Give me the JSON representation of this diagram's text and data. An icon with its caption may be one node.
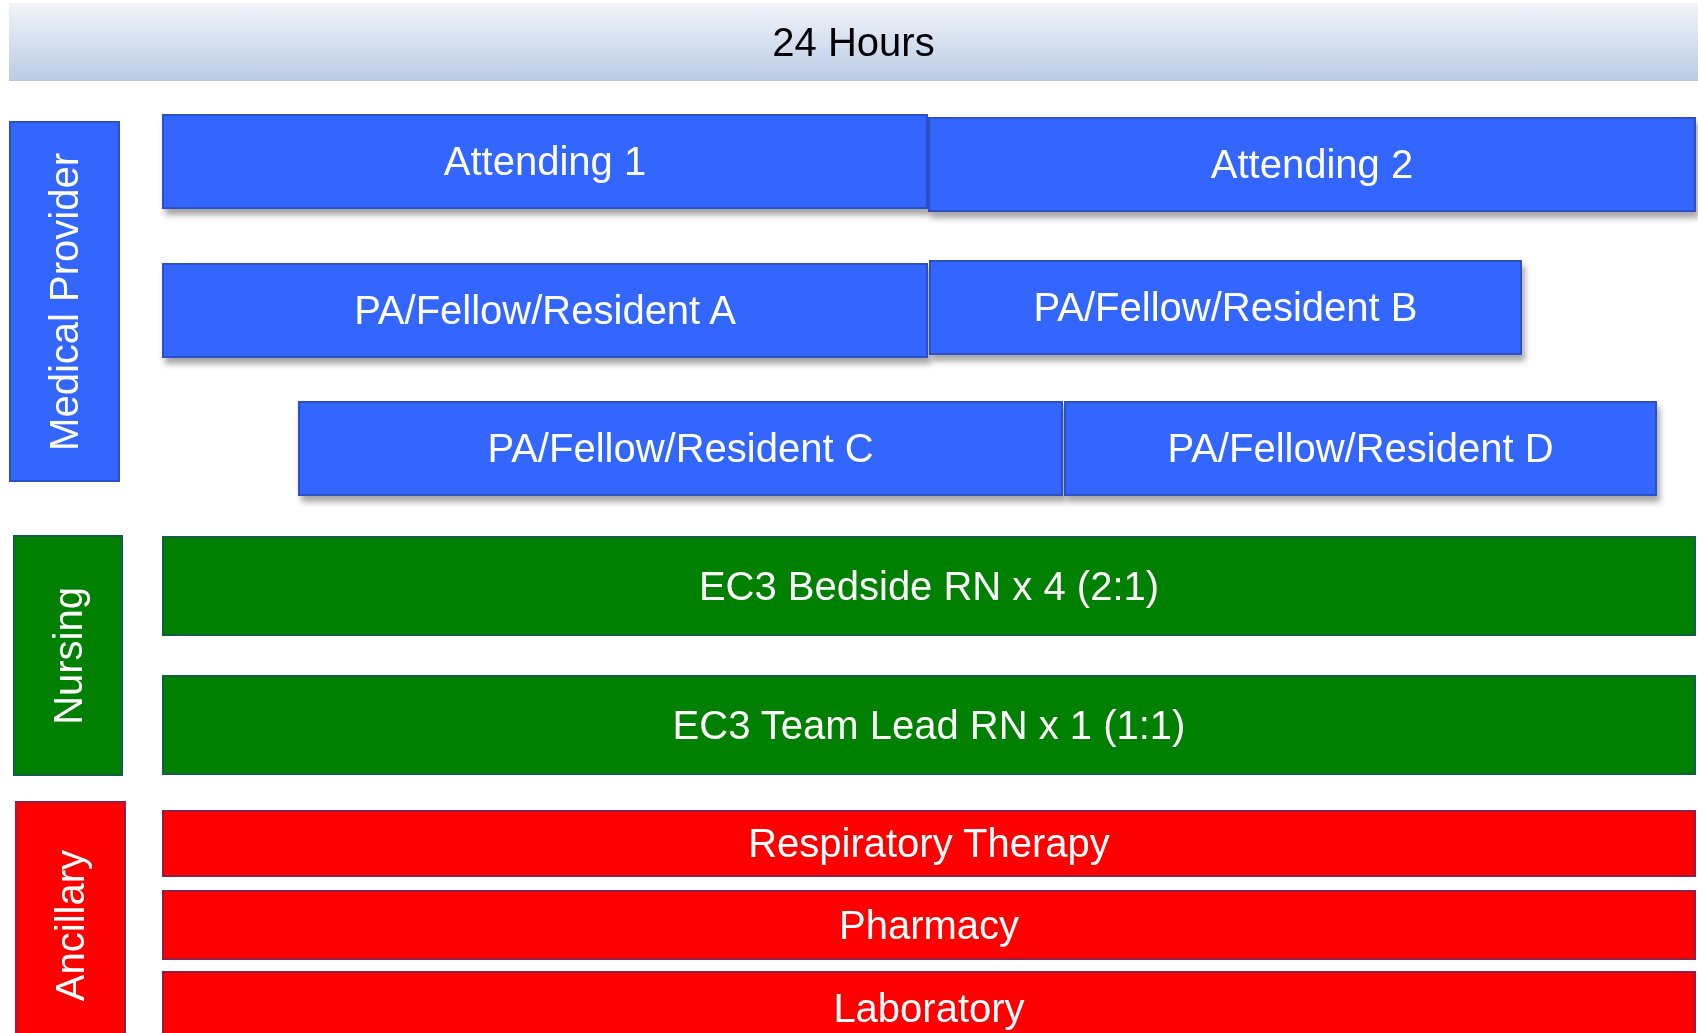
{
  "diagram": {
    "nodes": [
      {
        "text": [
          "24 Hours"
        ]
      },
      {
        "text": [
          "Medical Provider"
        ]
      },
      {
        "text": [
          "Attending 1"
        ]
      },
      {
        "text": [
          "Attending 2"
        ]
      },
      {
        "text": [
          "PA/Fellow/Resident A"
        ]
      },
      {
        "text": [
          "PA/Fellow/Resident B"
        ]
      },
      {
        "text": [
          "PA/Fellow/Resident C"
        ]
      },
      {
        "text": [
          "PA/Fellow/Resident D"
        ]
      },
      {
        "text": [
          "Nursing"
        ]
      },
      {
        "text": [
          "EC3 Bedside RN x 4 (2:1)"
        ]
      },
      {
        "text": [
          "EC3 Team Lead RN x 1 (1:1)"
        ]
      },
      {
        "text": [
          "Ancillary"
        ]
      },
      {
        "text": [
          "Respiratory Therapy"
        ]
      },
      {
        "text": [
          "Pharmacy"
        ]
      },
      {
        "text": [
          "Laboratory"
        ]
      }
    ]
  }
}
